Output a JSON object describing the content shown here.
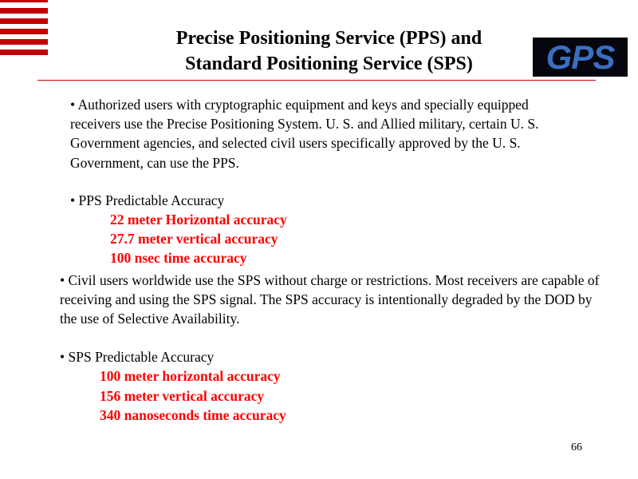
{
  "title": {
    "line1": "Precise Positioning Service (PPS) and",
    "line2": "Standard Positioning Service (SPS)"
  },
  "logo": {
    "text": "GPS"
  },
  "pps": {
    "intro": "•  Authorized users with cryptographic equipment and keys and specially equipped receivers use the Precise Positioning System. U. S. and Allied military, certain U. S. Government agencies, and selected civil users specifically approved by the U. S. Government, can use the PPS.",
    "heading": "• PPS Predictable Accuracy",
    "items": [
      "22 meter Horizontal accuracy",
      "27.7 meter vertical accuracy",
      "100 nsec time accuracy"
    ]
  },
  "sps": {
    "intro": "• Civil users worldwide use the SPS without charge or restrictions. Most receivers are capable of receiving and using the SPS signal. The SPS accuracy is intentionally degraded by the DOD by the use of Selective Availability.",
    "heading": "• SPS Predictable Accuracy",
    "items": [
      "100 meter horizontal accuracy",
      "156 meter vertical accuracy",
      "340 nanoseconds time accuracy"
    ]
  },
  "page_number": "66"
}
